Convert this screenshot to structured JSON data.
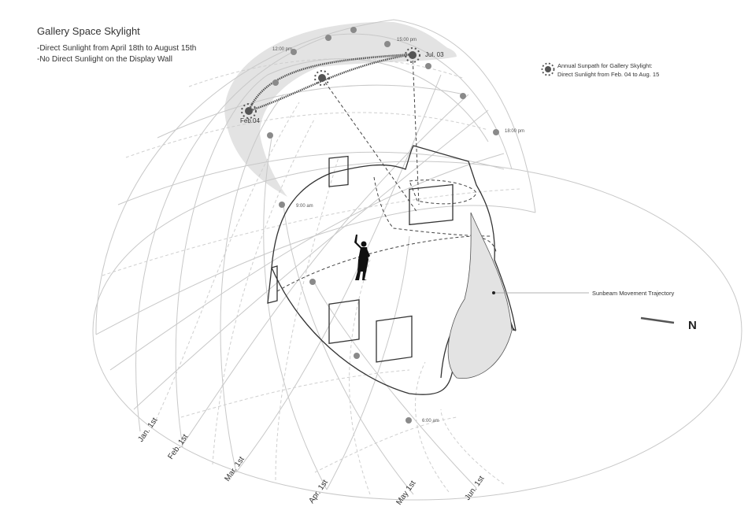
{
  "title": "Gallery Space Skylight",
  "notes": [
    "-Direct Sunlight from April 18th to August 15th",
    "-No Direct Sunlight on the Display Wall"
  ],
  "legend": {
    "icon": "sun-icon",
    "line1": "Annual Sunpath for Gallery Skylight:",
    "line2": "Direct Sunlight from Feb. 04 to Aug. 15"
  },
  "sun_markers": {
    "start": "Feb.04",
    "end": "Jul. 03"
  },
  "time_labels": {
    "t12": "12:00 pm",
    "t15": "15:00 pm",
    "t18": "18:00 pm",
    "t9": "9:00 am",
    "t6": "6:00 am"
  },
  "months": [
    "Jan. 1st",
    "Feb. 1st",
    "Mar. 1st",
    "Apr. 1st",
    "May 1st",
    "Jun. 1st"
  ],
  "annotation": "Sunbeam Movement Trajectory",
  "north": "N",
  "colors": {
    "shade": "#e3e3e3",
    "grid": "#c8c8c8",
    "line": "#333333",
    "dot": "#8a8a8a"
  }
}
